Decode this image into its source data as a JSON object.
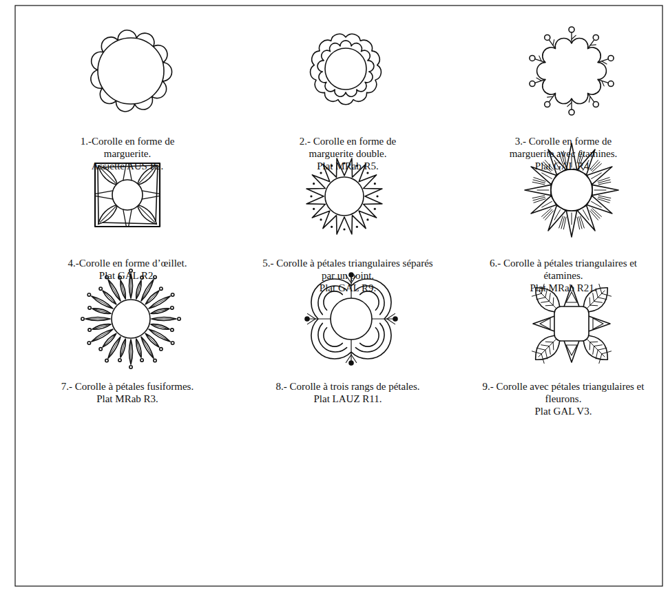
{
  "diagram": {
    "labels": [
      "1.-Corolle en forme de marguerite.",
      "Assiette AUS P2.",
      "2.- Corolle en forme de marguerite double.",
      "Plat MRab R5.",
      "3.- Corolle en forme de marguerite avec étamines.",
      "Plat GAL R4.",
      "4.-Corolle en forme d’œillet.",
      "Plat GAL R2.",
      "5.- Corolle à pétales triangulaires séparés par un point.",
      "Plat GAL R9.",
      "6.- Corolle à pétales triangulaires et étamines.",
      "Plat MRab R21.",
      "7.- Corolle à pétales fusiformes.",
      "Plat MRab R3.",
      "8.- Corolle à trois rangs de pétales.",
      "Plat LAUZ R11.",
      "9.- Corolle avec pétales triangulaires et fleurons.",
      "Plat GAL V3."
    ]
  }
}
